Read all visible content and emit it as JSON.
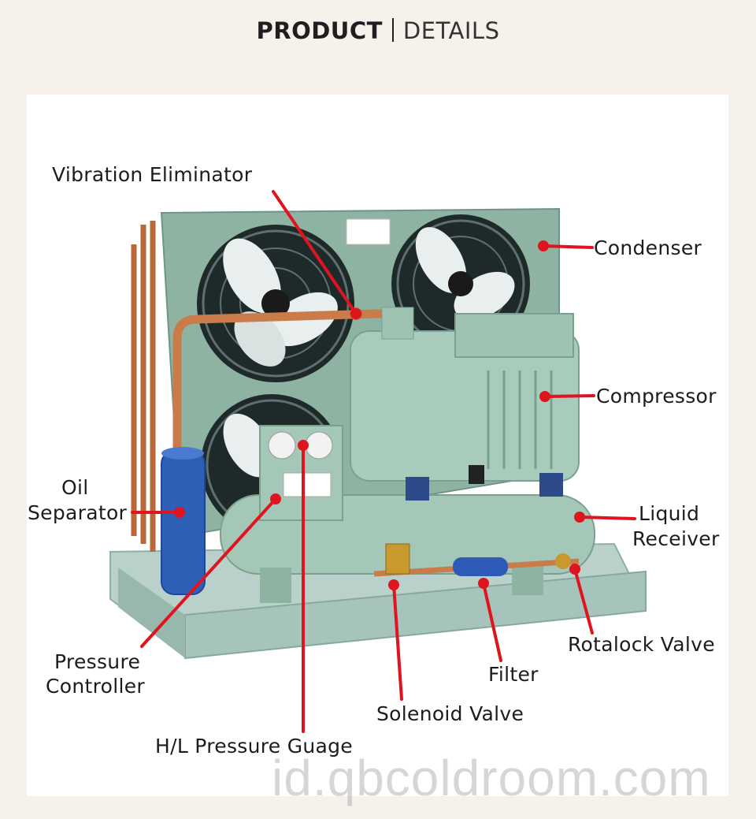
{
  "header": {
    "title_bold": "PRODUCT",
    "title_light": "DETAILS"
  },
  "labels": {
    "vibration_eliminator": "Vibration Eliminator",
    "condenser": "Condenser",
    "compressor": "Compressor",
    "oil_separator_1": "Oil",
    "oil_separator_2": "Separator",
    "liquid_receiver_1": "Liquid",
    "liquid_receiver_2": "Receiver",
    "rotalock_valve": "Rotalock Valve",
    "filter": "Filter",
    "solenoid_valve": "Solenoid Valve",
    "pressure_controller_1": "Pressure",
    "pressure_controller_2": "Controller",
    "hl_pressure_gauge": "H/L Pressure Guage"
  },
  "watermark": "id.qbcoldroom.com",
  "colors": {
    "leader": "#e0141e",
    "unit_body": "#9fc3b2",
    "frame": "#a9c4bc",
    "copper": "#c97b4a",
    "oil_separator": "#2e5fb6",
    "background": "#f7f1ec"
  }
}
